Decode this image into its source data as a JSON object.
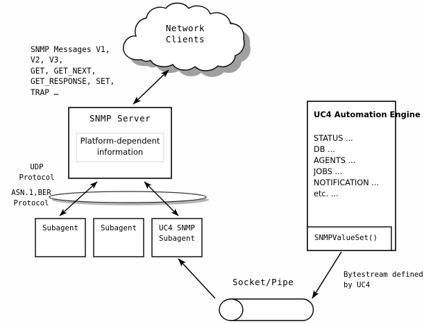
{
  "diagram": {
    "title": "UC4 SNMP architecture diagram",
    "colors": {
      "stroke": "#000000",
      "shadow": "#999999",
      "fill": "#ffffff",
      "background": "#fefefe"
    },
    "cloud": {
      "label": "Network\nClients",
      "name": "network-clients-cloud"
    },
    "snmp_messages": {
      "text": "SNMP Messages V1,\nV2, V3,\nGET, GET_NEXT,\nGET_RESPONSE, SET,\nTRAP …"
    },
    "snmp_server": {
      "title": "SNMP Server",
      "inner_label": "Platform-dependent\ninformation"
    },
    "protocols": {
      "udp": "UDP\nProtocol",
      "asn_ber": "ASN.1,BER\nProtocol"
    },
    "subagents": [
      {
        "label": "Subagent"
      },
      {
        "label": "Subagent"
      },
      {
        "label": "UC4 SNMP\nSubagent"
      }
    ],
    "uc4_engine": {
      "title": "UC4 Automation Engine",
      "items": "STATUS ...\nDB ...\nAGENTS ...\nJOBS ...\nNOTIFICATION ...\netc. ...",
      "value_set": "SNMPValueSet()"
    },
    "socket": {
      "label": "Socket/Pipe"
    },
    "bytestream": {
      "label": "Bytestream defined\nby UC4"
    }
  }
}
